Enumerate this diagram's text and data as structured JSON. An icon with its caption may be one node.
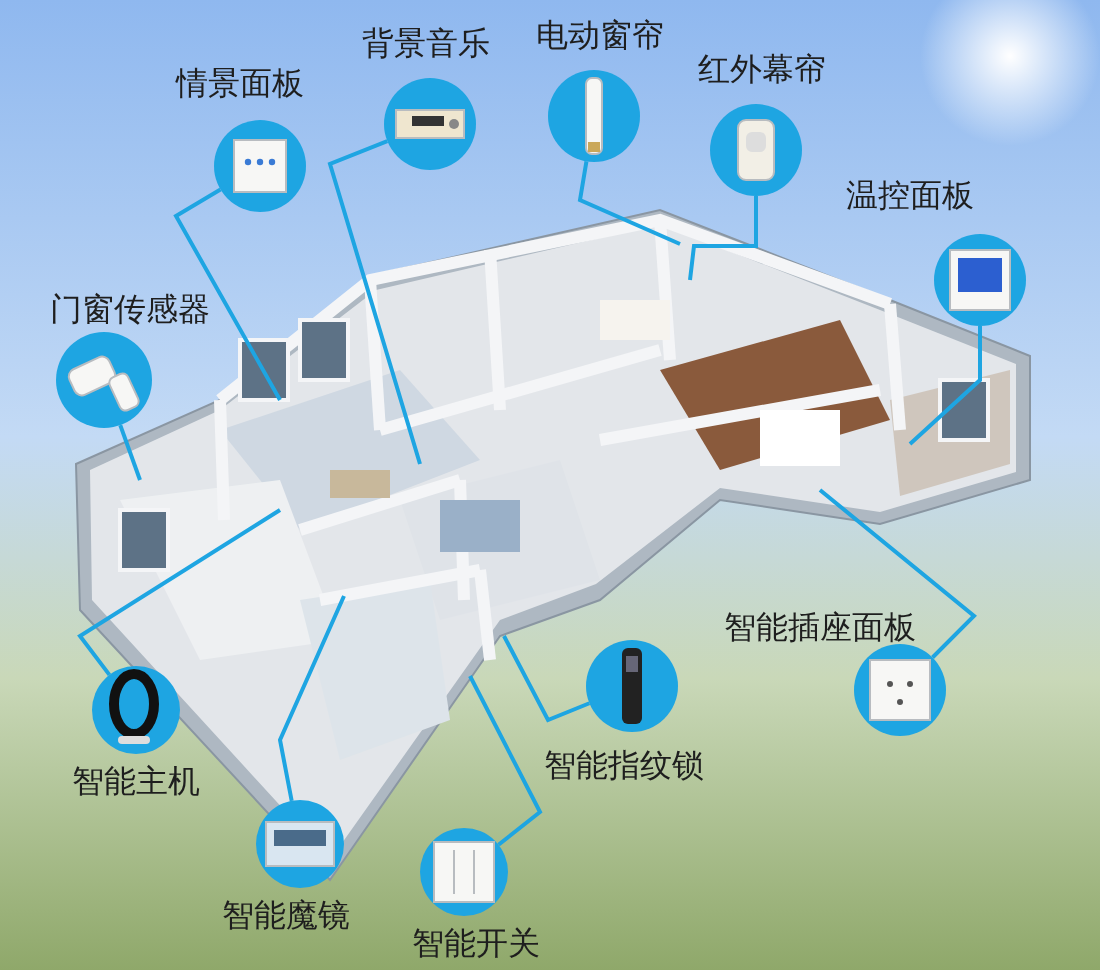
{
  "diagram": {
    "nodes": [
      {
        "text": [
          "情景面板"
        ]
      },
      {
        "text": [
          "背景音乐"
        ]
      },
      {
        "text": [
          "电动窗帘"
        ]
      },
      {
        "text": [
          "红外幕帘"
        ]
      },
      {
        "text": [
          "温控面板"
        ]
      },
      {
        "text": [
          "门窗传感器"
        ]
      },
      {
        "text": [
          "智能主机"
        ]
      },
      {
        "text": [
          "智能魔镜"
        ]
      },
      {
        "text": [
          "智能开关"
        ]
      },
      {
        "text": [
          "智能指纹锁"
        ]
      },
      {
        "text": [
          "智能插座面板"
        ]
      }
    ],
    "edges": [
      {
        "from": 0,
        "to": null,
        "arrow": "none"
      },
      {
        "from": 1,
        "to": null,
        "arrow": "none"
      },
      {
        "from": 2,
        "to": null,
        "arrow": "none"
      },
      {
        "from": 3,
        "to": null,
        "arrow": "none"
      },
      {
        "from": 4,
        "to": null,
        "arrow": "none"
      },
      {
        "from": 5,
        "to": null,
        "arrow": "none"
      },
      {
        "from": 6,
        "to": null,
        "arrow": "none"
      },
      {
        "from": 7,
        "to": null,
        "arrow": "none"
      },
      {
        "from": 8,
        "to": null,
        "arrow": "none"
      },
      {
        "from": 9,
        "to": null,
        "arrow": "none"
      },
      {
        "from": 10,
        "to": null,
        "arrow": "none"
      }
    ]
  }
}
